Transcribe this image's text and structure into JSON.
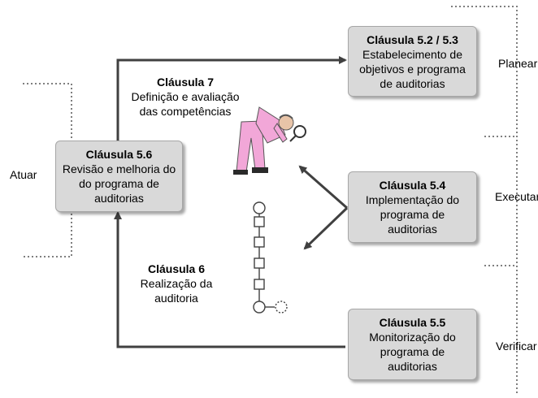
{
  "boxes": {
    "c52": {
      "title": "Cláusula 5.2 / 5.3",
      "text": "Estabelecimento de\nobjetivos e programa\nde auditorias"
    },
    "c56": {
      "title": "Cláusula 5.6",
      "text": "Revisão e melhoria do\ndo programa de\nauditorias"
    },
    "c54": {
      "title": "Cláusula 5.4",
      "text": "Implementação do\nprograma de\nauditorias"
    },
    "c55": {
      "title": "Cláusula 5.5",
      "text": "Monitorização do\nprograma de\nauditorias"
    }
  },
  "labels": {
    "c7": {
      "title": "Cláusula 7",
      "text": "Definição e avaliação\ndas competências"
    },
    "c6": {
      "title": "Cláusula 6",
      "text": "Realização da\nauditoria"
    }
  },
  "phases": {
    "planear": "Planear",
    "executar": "Executar",
    "verificar": "Verificar",
    "atuar": "Atuar"
  },
  "colors": {
    "box_fill": "#d9d9d9",
    "box_border": "#a6a6a6",
    "arrow": "#404040",
    "dotted": "#7f7f7f",
    "figure": "#f2a7d8"
  }
}
